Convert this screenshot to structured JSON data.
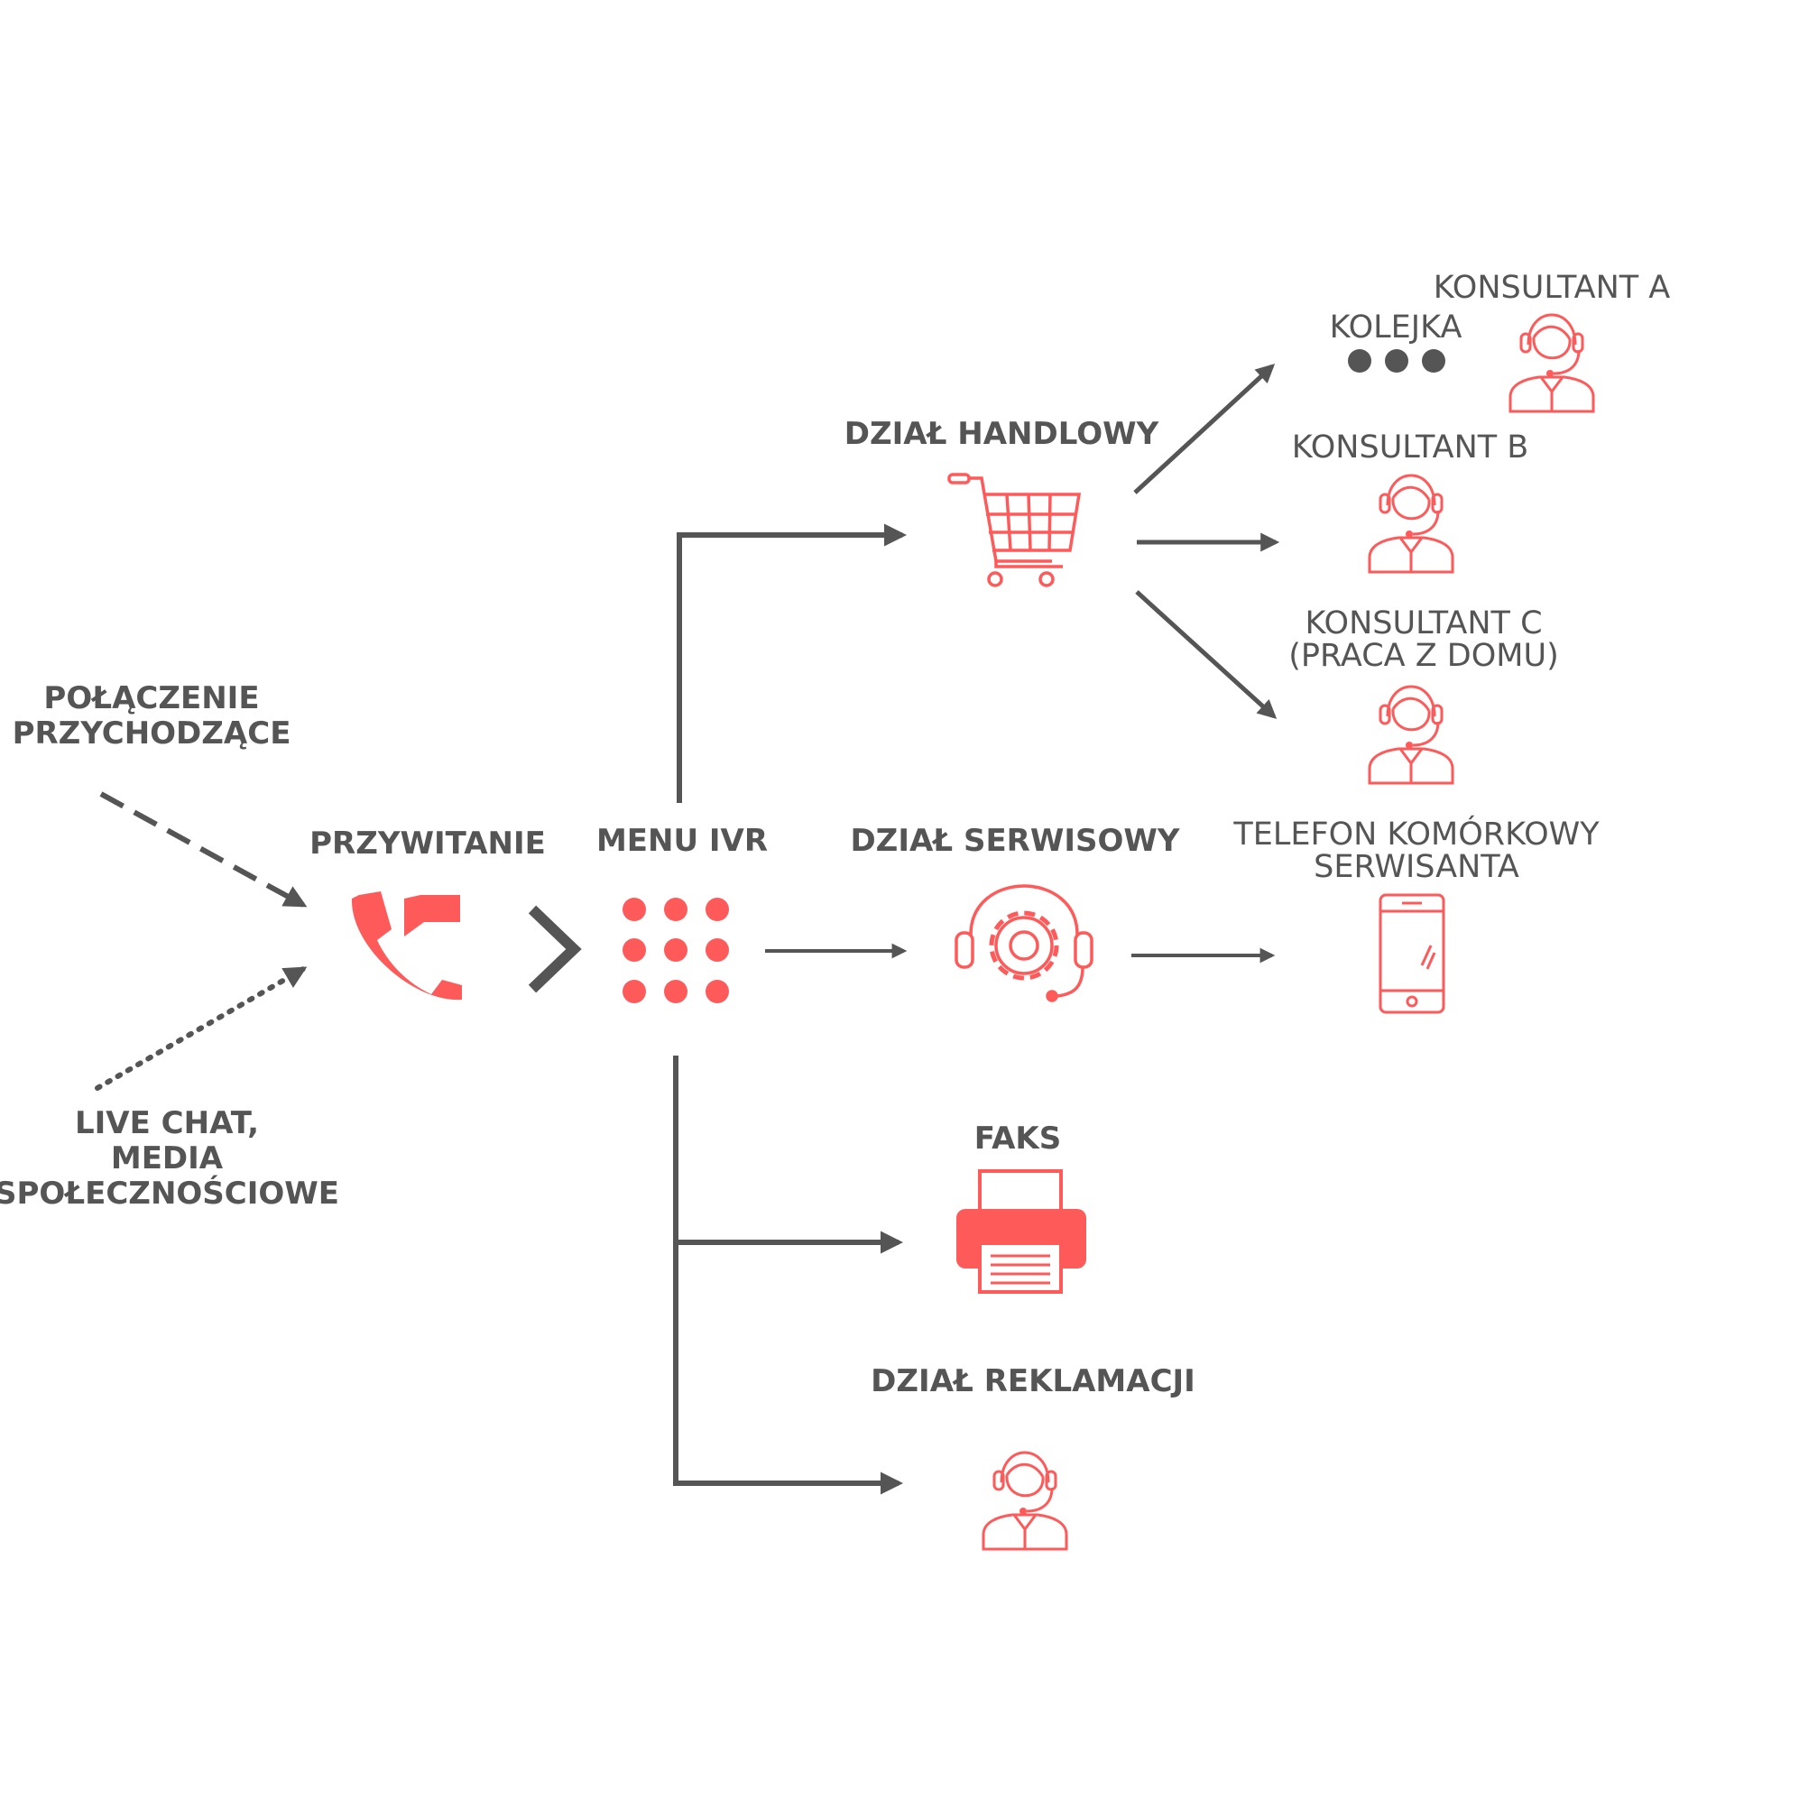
{
  "colors": {
    "accent": "#ff5a5a",
    "text": "#555555",
    "line": "#555555"
  },
  "labels": {
    "incoming_call": [
      "POŁĄCZENIE",
      "PRZYCHODZĄCE"
    ],
    "live_chat": [
      "LIVE CHAT,",
      "MEDIA",
      "SPOŁECZNOŚCIOWE"
    ],
    "greeting": "PRZYWITANIE",
    "ivr_menu": "MENU IVR",
    "sales": "DZIAŁ HANDLOWY",
    "service": "DZIAŁ SERWISOWY",
    "fax": "FAKS",
    "complaints": "DZIAŁ REKLAMACJI",
    "queue": "KOLEJKA",
    "consultant_a": "KONSULTANT A",
    "consultant_b": "KONSULTANT B",
    "consultant_c": [
      "KONSULTANT C",
      "(PRACA Z DOMU)"
    ],
    "technician_phone": [
      "TELEFON KOMÓRKOWY",
      "SERWISANTA"
    ]
  },
  "icons": {
    "greeting": "phone-chat-icon",
    "ivr_menu": "keypad-icon",
    "sales": "shopping-cart-icon",
    "service": "gear-headset-icon",
    "fax": "fax-printer-icon",
    "complaints": "consultant-headset-icon",
    "consultant": "consultant-headset-icon",
    "queue": "queue-dots-icon",
    "technician_phone": "smartphone-icon"
  }
}
